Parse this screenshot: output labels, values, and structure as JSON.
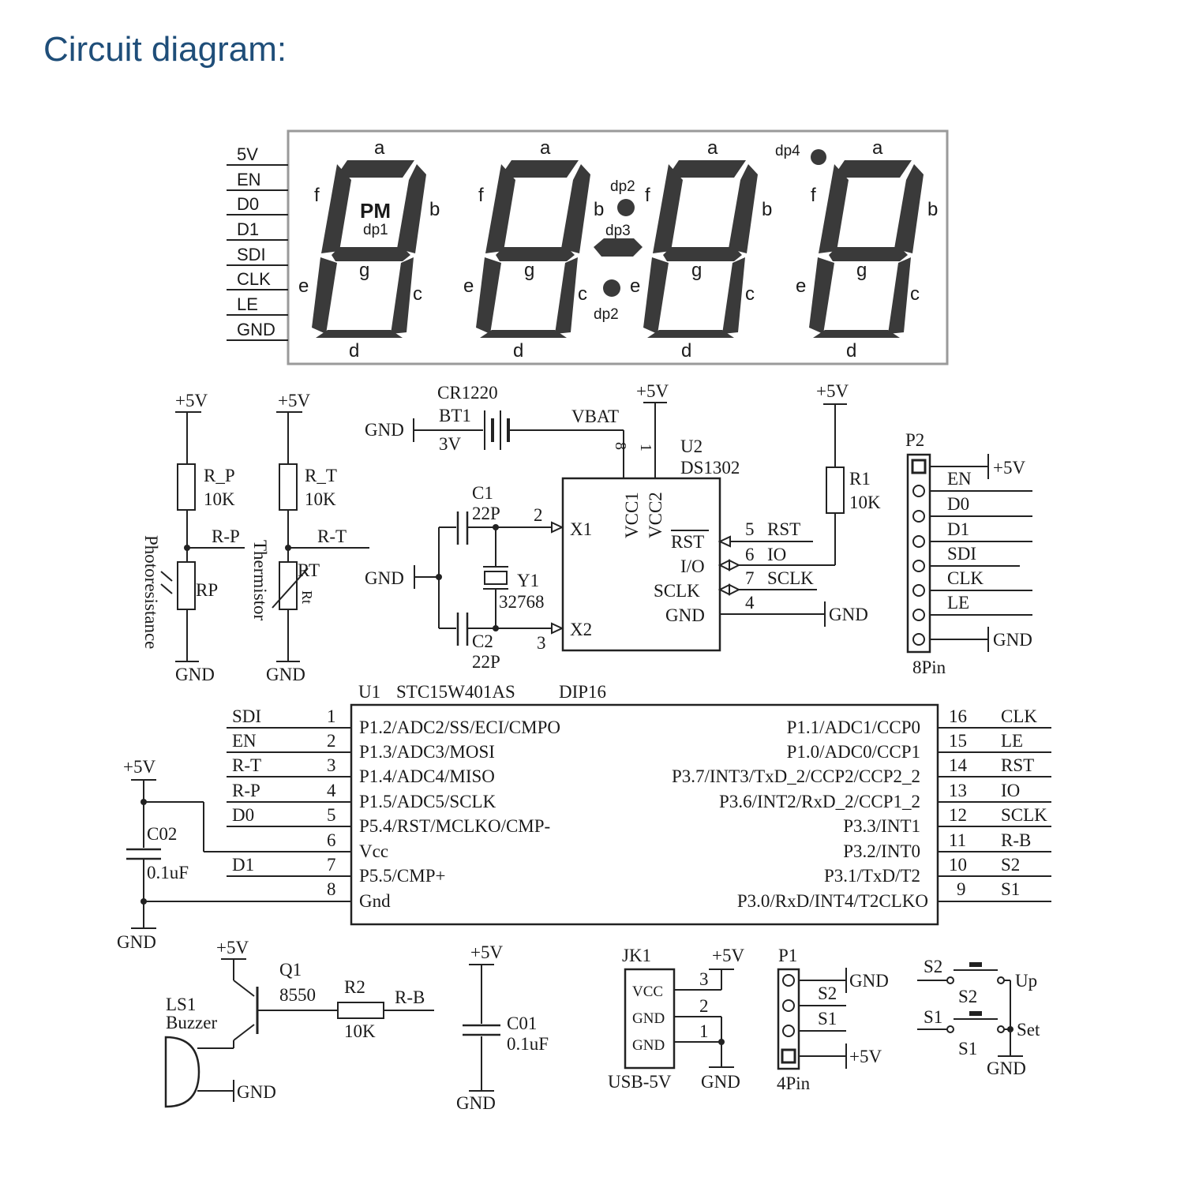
{
  "title": "Circuit diagram:",
  "display": {
    "pins": [
      "5V",
      "EN",
      "D0",
      "D1",
      "SDI",
      "CLK",
      "LE",
      "GND"
    ],
    "seg_labels": {
      "a": "a",
      "b": "b",
      "c": "c",
      "d": "d",
      "e": "e",
      "f": "f",
      "g": "g"
    },
    "pm": "PM",
    "dp1": "dp1",
    "dp2": "dp2",
    "dp3": "dp3",
    "dp4": "dp4"
  },
  "sensors": {
    "vcc": "+5V",
    "gnd": "GND",
    "rp_name": "R_P",
    "rp_value": "10K",
    "rp_net": "R-P",
    "rp_part": "RP",
    "rp_caption": "Photoresistance",
    "rt_name": "R_T",
    "rt_value": "10K",
    "rt_net": "R-T",
    "rt_part": "RT",
    "rt_tag": "Rt",
    "rt_caption": "Thermistor"
  },
  "rtc": {
    "battery_model": "CR1220",
    "battery_ref": "BT1",
    "battery_voltage": "3V",
    "gnd": "GND",
    "vbat": "VBAT",
    "vcc": "+5V",
    "pin8": "8",
    "pin1": "1",
    "ref": "U2",
    "part": "DS1302",
    "vcc1": "VCC1",
    "vcc2": "VCC2",
    "c1_ref": "C1",
    "c1_value": "22P",
    "c2_ref": "C2",
    "c2_value": "22P",
    "y1_ref": "Y1",
    "y1_value": "32768",
    "x1": "X1",
    "x2": "X2",
    "pin2": "2",
    "pin3": "3",
    "rst_pin": "RST",
    "io_pin": "I/O",
    "sclk_pin": "SCLK",
    "gnd_pin": "GND",
    "n5": "5",
    "n6": "6",
    "n7": "7",
    "n4": "4",
    "rst_net": "RST",
    "io_net": "IO",
    "sclk_net": "SCLK",
    "r1_ref": "R1",
    "r1_value": "10K"
  },
  "p2": {
    "ref": "P2",
    "pins": [
      "EN",
      "D0",
      "D1",
      "SDI",
      "CLK",
      "LE"
    ],
    "vcc": "+5V",
    "gnd": "GND",
    "caption": "8Pin"
  },
  "mcu": {
    "ref": "U1",
    "part": "STC15W401AS",
    "package": "DIP16",
    "left": [
      {
        "n": "1",
        "pin": "P1.2/ADC2/SS/ECI/CMPO",
        "net": "SDI"
      },
      {
        "n": "2",
        "pin": "P1.3/ADC3/MOSI",
        "net": "EN"
      },
      {
        "n": "3",
        "pin": "P1.4/ADC4/MISO",
        "net": "R-T"
      },
      {
        "n": "4",
        "pin": "P1.5/ADC5/SCLK",
        "net": "R-P"
      },
      {
        "n": "5",
        "pin": "P5.4/RST/MCLKO/CMP-",
        "net": "D0"
      },
      {
        "n": "6",
        "pin": "Vcc",
        "net": ""
      },
      {
        "n": "7",
        "pin": "P5.5/CMP+",
        "net": "D1"
      },
      {
        "n": "8",
        "pin": "Gnd",
        "net": ""
      }
    ],
    "right": [
      {
        "n": "16",
        "pin": "P1.1/ADC1/CCP0",
        "net": "CLK"
      },
      {
        "n": "15",
        "pin": "P1.0/ADC0/CCP1",
        "net": "LE"
      },
      {
        "n": "14",
        "pin": "P3.7/INT3/TxD_2/CCP2/CCP2_2",
        "net": "RST"
      },
      {
        "n": "13",
        "pin": "P3.6/INT2/RxD_2/CCP1_2",
        "net": "IO"
      },
      {
        "n": "12",
        "pin": "P3.3/INT1",
        "net": "SCLK"
      },
      {
        "n": "11",
        "pin": "P3.2/INT0",
        "net": "R-B"
      },
      {
        "n": "10",
        "pin": "P3.1/TxD/T2",
        "net": "S2"
      },
      {
        "n": "9",
        "pin": "P3.0/RxD/INT4/T2CLKO",
        "net": "S1"
      }
    ],
    "vcc": "+5V",
    "gnd": "GND",
    "c02_ref": "C02",
    "c02_value": "0.1uF"
  },
  "buzzer": {
    "vcc": "+5V",
    "q_ref": "Q1",
    "q_part": "8550",
    "r_ref": "R2",
    "r_value": "10K",
    "net": "R-B",
    "ls_ref": "LS1",
    "ls_name": "Buzzer",
    "gnd": "GND"
  },
  "decoupling": {
    "vcc": "+5V",
    "ref": "C01",
    "value": "0.1uF",
    "gnd": "GND"
  },
  "usb": {
    "ref": "JK1",
    "vcc": "+5V",
    "pins": [
      "VCC",
      "GND",
      "GND"
    ],
    "nums": [
      "3",
      "2",
      "1"
    ],
    "caption": "USB-5V",
    "gnd": "GND"
  },
  "p1": {
    "ref": "P1",
    "gnd": "GND",
    "s2": "S2",
    "s1": "S1",
    "vcc": "+5V",
    "caption": "4Pin"
  },
  "switches": {
    "s2_top": "S2",
    "s2_mid": "S2",
    "up": "Up",
    "s1_left": "S1",
    "set": "Set",
    "s1_bottom": "S1",
    "gnd": "GND"
  }
}
